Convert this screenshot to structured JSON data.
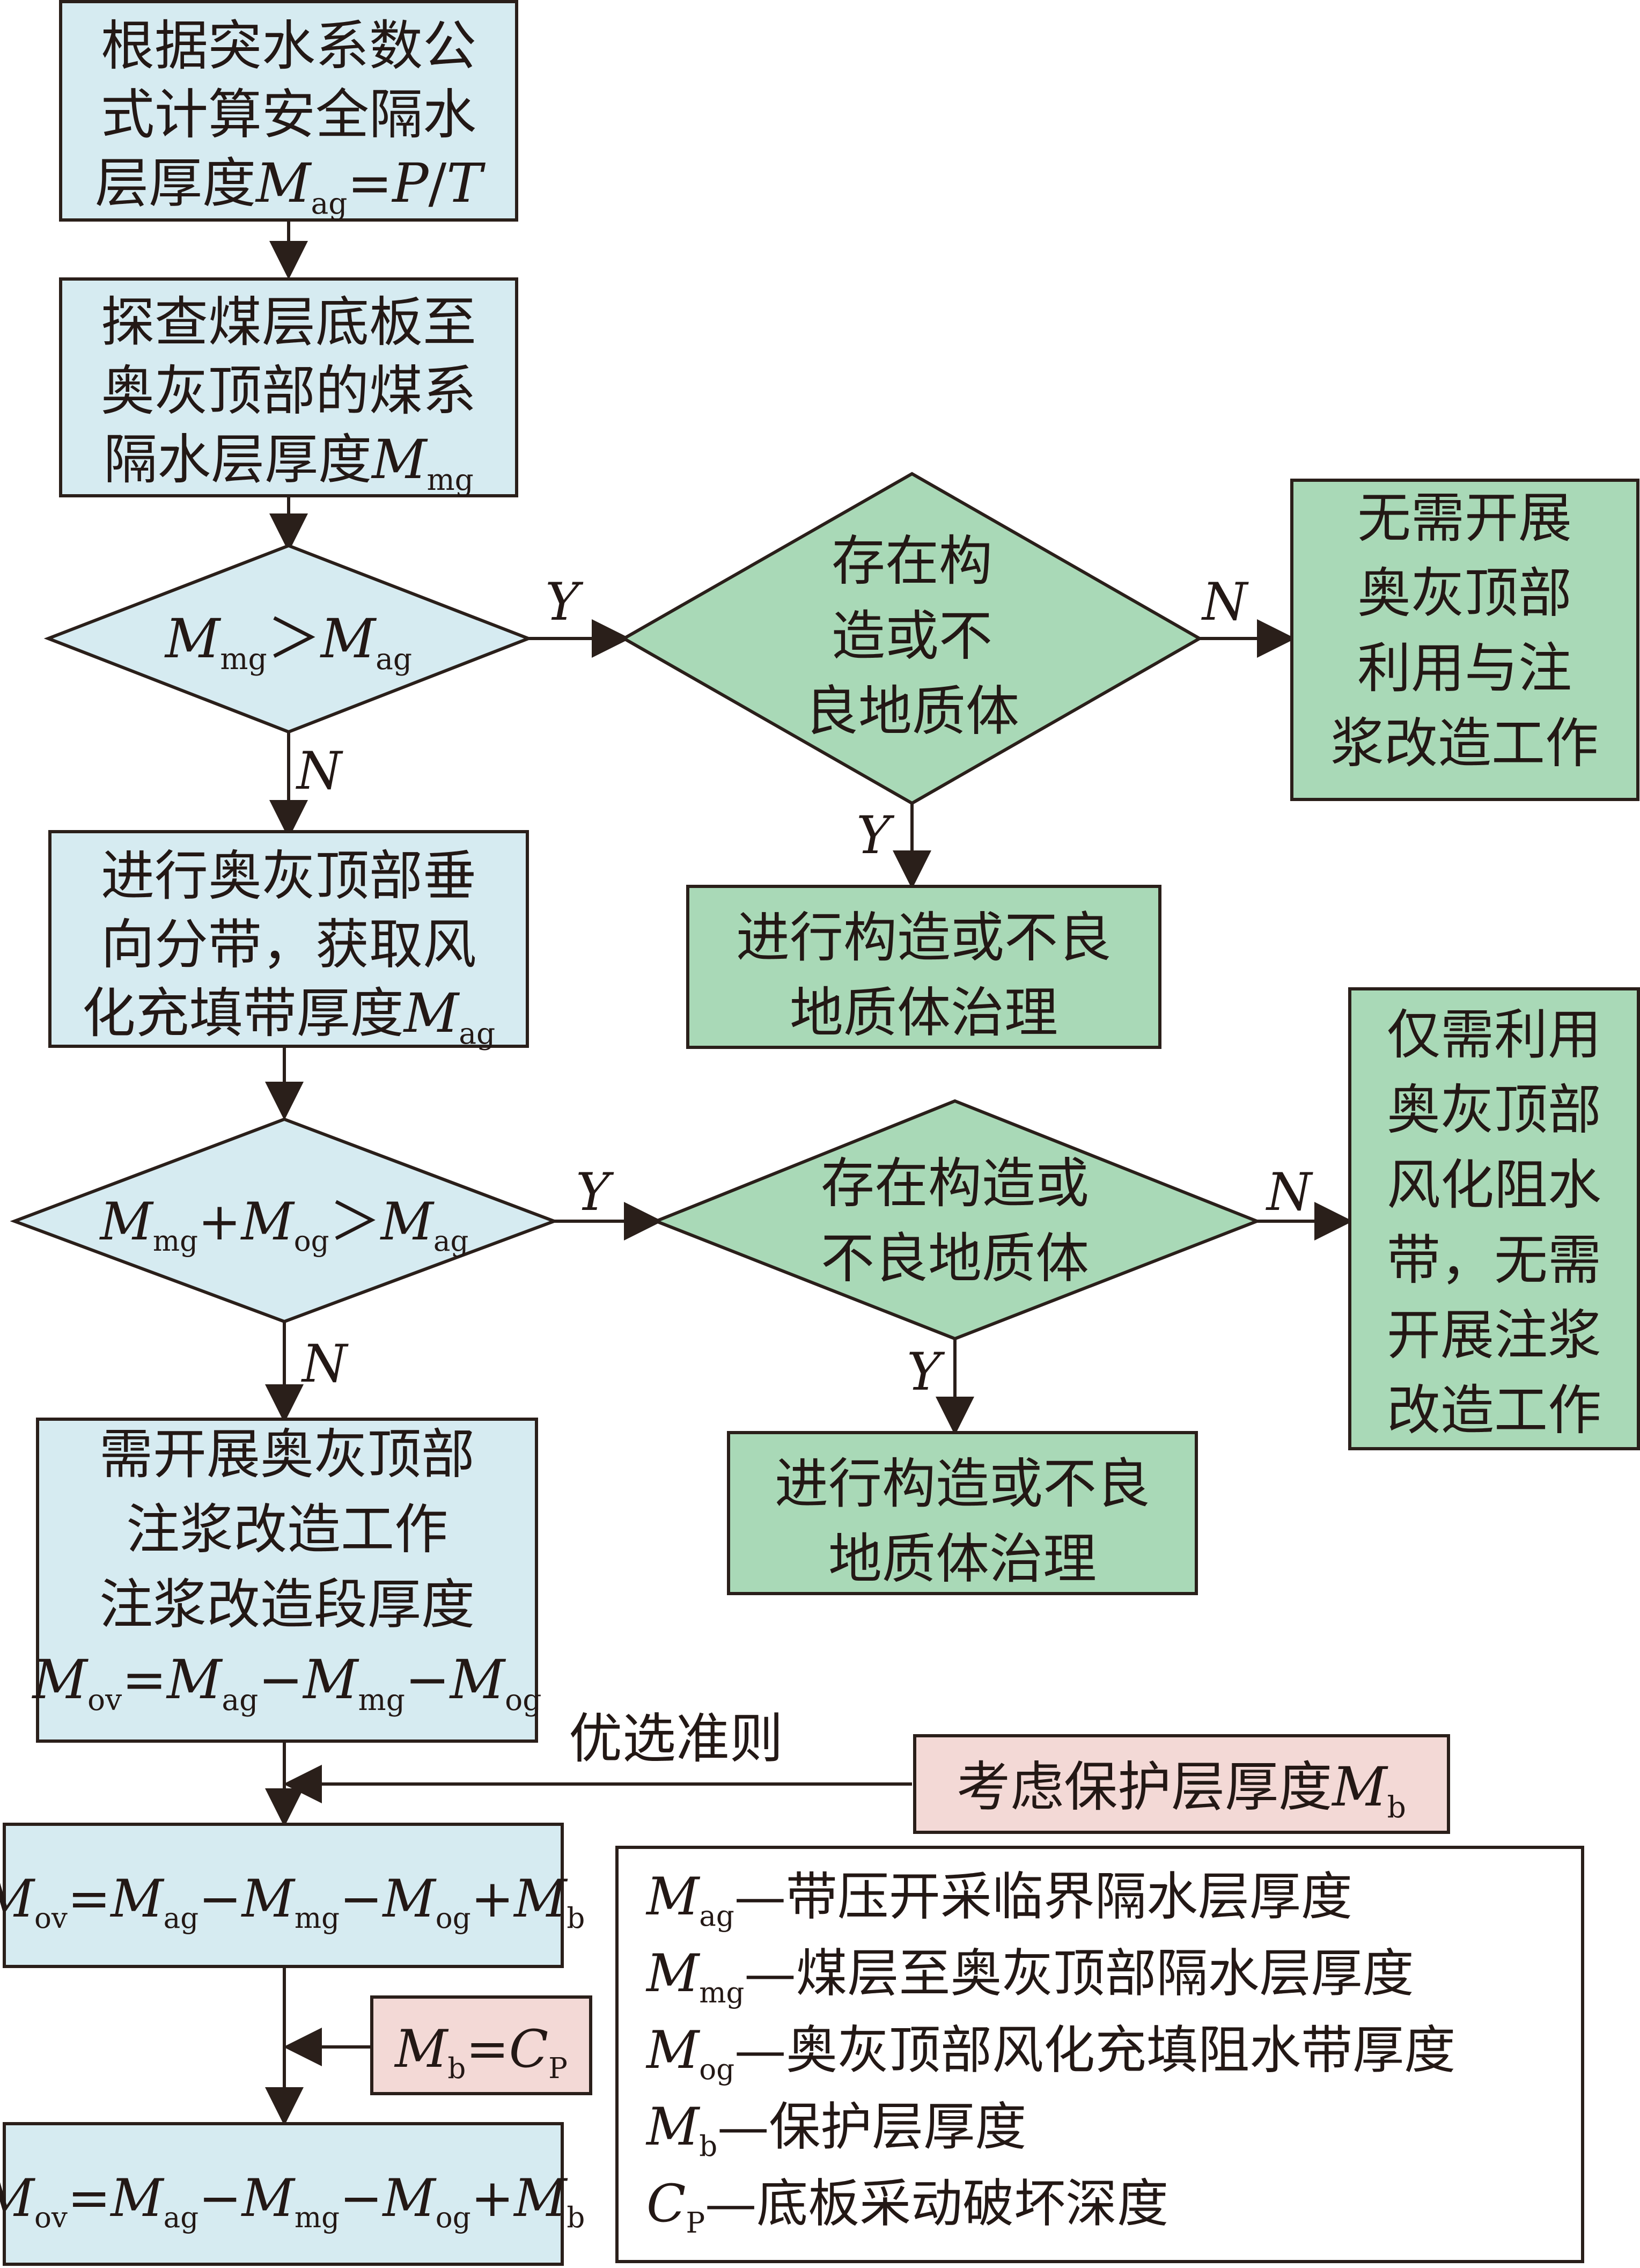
{
  "colors": {
    "blue": "#d6ebf1",
    "green": "#a9d9b7",
    "pink": "#f3d9d6",
    "stroke": "#2a1f1a",
    "text": "#231815"
  },
  "boxes": {
    "b1": [
      "根据突水系数公",
      "式计算安全隔水",
      "层厚度M_{ag}=P/T"
    ],
    "b2": [
      "探查煤层底板至",
      "奥灰顶部的煤系",
      "隔水层厚度M_{mg}"
    ],
    "b3": [
      "进行奥灰顶部垂",
      "向分带，获取风",
      "化充填带厚度M_{ag}"
    ],
    "b4": [
      "需开展奥灰顶部",
      "注浆改造工作",
      "注浆改造段厚度",
      "M_{ov}=M_{ag}−M_{mg}−M_{og}"
    ],
    "b5": [
      "M_{ov}=M_{ag}−M_{mg}−M_{og}+M_{b}"
    ],
    "b6": [
      "M_{ov}=M_{ag}−M_{mg}−M_{og}+M_{b}"
    ],
    "g1": [
      "无需开展",
      "奥灰顶部",
      "利用与注",
      "浆改造工作"
    ],
    "g2": [
      "进行构造或不良",
      "地质体治理"
    ],
    "g3": [
      "仅需利用",
      "奥灰顶部",
      "风化阻水",
      "带，无需",
      "开展注浆",
      "改造工作"
    ],
    "g4": [
      "进行构造或不良",
      "地质体治理"
    ],
    "p1": [
      "考虑保护层厚度M_{b}"
    ],
    "p2": [
      "M_{b}=C_{P}"
    ]
  },
  "decisions": {
    "d1": [
      "M_{mg}＞M_{ag}"
    ],
    "d2": [
      "存在构",
      "造或不",
      "良地质体"
    ],
    "d3": [
      "M_{mg}+M_{og}＞M_{ag}"
    ],
    "d4": [
      "存在构造或",
      "不良地质体"
    ]
  },
  "labels": {
    "y": "Y",
    "n": "N",
    "criteria": "优选准则"
  },
  "legend": [
    "M_{ag}—带压开采临界隔水层厚度",
    "M_{mg}—煤层至奥灰顶部隔水层厚度",
    "M_{og}—奥灰顶部风化充填阻水带厚度",
    "M_{b}—保护层厚度",
    "C_{P}—底板采动破坏深度"
  ]
}
